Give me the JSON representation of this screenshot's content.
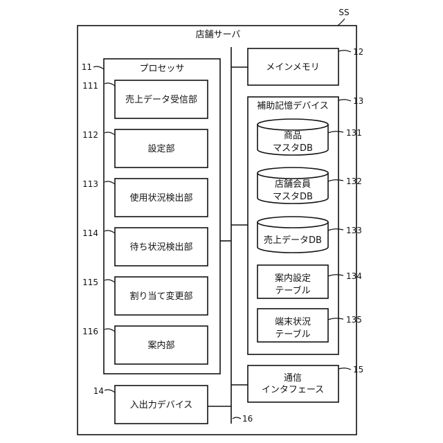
{
  "server": {
    "label": "店舗サーバ",
    "ref": "SS"
  },
  "processor": {
    "label": "プロセッサ",
    "ref": "11"
  },
  "processor_units": [
    {
      "ref": "111",
      "label": "売上データ受信部"
    },
    {
      "ref": "112",
      "label": "設定部"
    },
    {
      "ref": "113",
      "label": "使用状況検出部"
    },
    {
      "ref": "114",
      "label": "待ち状況検出部"
    },
    {
      "ref": "115",
      "label": "割り当て変更部"
    },
    {
      "ref": "116",
      "label": "案内部"
    }
  ],
  "main_memory": {
    "label": "メインメモリ",
    "ref": "12"
  },
  "aux_storage": {
    "label": "補助記憶デバイス",
    "ref": "13"
  },
  "storage_items": [
    {
      "ref": "131",
      "kind": "db",
      "lines": [
        "商品",
        "マスタDB"
      ]
    },
    {
      "ref": "132",
      "kind": "db",
      "lines": [
        "店舗会員",
        "マスタDB"
      ]
    },
    {
      "ref": "133",
      "kind": "db",
      "lines": [
        "売上データDB"
      ]
    },
    {
      "ref": "134",
      "kind": "table",
      "lines": [
        "案内設定",
        "テーブル"
      ]
    },
    {
      "ref": "135",
      "kind": "table",
      "lines": [
        "端末状況",
        "テーブル"
      ]
    }
  ],
  "comm_interface": {
    "ref": "15",
    "lines": [
      "通信",
      "インタフェース"
    ]
  },
  "io_device": {
    "label": "入出力デバイス",
    "ref": "14"
  },
  "bus": {
    "ref": "16"
  }
}
